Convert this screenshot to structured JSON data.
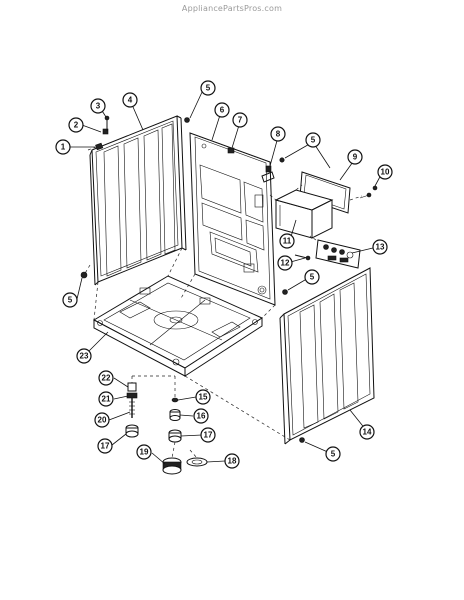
{
  "watermark": "AppliancePartsPros.com",
  "callouts": [
    {
      "id": "c1",
      "label": "1"
    },
    {
      "id": "c2",
      "label": "2"
    },
    {
      "id": "c3",
      "label": "3"
    },
    {
      "id": "c4",
      "label": "4"
    },
    {
      "id": "c5a",
      "label": "5"
    },
    {
      "id": "c5b",
      "label": "5"
    },
    {
      "id": "c5c",
      "label": "5"
    },
    {
      "id": "c5d",
      "label": "5"
    },
    {
      "id": "c5e",
      "label": "5"
    },
    {
      "id": "c6",
      "label": "6"
    },
    {
      "id": "c7",
      "label": "7"
    },
    {
      "id": "c8",
      "label": "8"
    },
    {
      "id": "c9",
      "label": "9"
    },
    {
      "id": "c10",
      "label": "10"
    },
    {
      "id": "c11",
      "label": "11"
    },
    {
      "id": "c12",
      "label": "12"
    },
    {
      "id": "c13",
      "label": "13"
    },
    {
      "id": "c14",
      "label": "14"
    },
    {
      "id": "c15",
      "label": "15"
    },
    {
      "id": "c16",
      "label": "16"
    },
    {
      "id": "c17a",
      "label": "17"
    },
    {
      "id": "c17b",
      "label": "17"
    },
    {
      "id": "c18",
      "label": "18"
    },
    {
      "id": "c19",
      "label": "19"
    },
    {
      "id": "c20",
      "label": "20"
    },
    {
      "id": "c21",
      "label": "21"
    },
    {
      "id": "c22",
      "label": "22"
    },
    {
      "id": "c23",
      "label": "23"
    }
  ]
}
